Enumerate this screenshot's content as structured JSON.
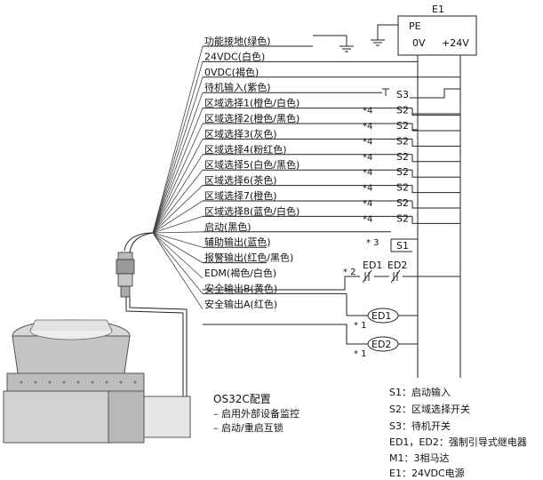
{
  "e1": {
    "title": "E1",
    "pe": "PE",
    "zero_v": "0V",
    "plus24": "+24V"
  },
  "wires": [
    "功能接地(绿色)",
    "24VDC(白色)",
    "0VDC(褐色)",
    "待机输入(紫色)",
    "区域选择1(橙色/白色)",
    "区域选择2(橙色/黑色)",
    "区域选择3(灰色)",
    "区域选择4(粉红色)",
    "区域选择5(白色/黑色)",
    "区域选择6(茶色)",
    "区域选择7(橙色)",
    "区域选择8(蓝色/白色)",
    "启动(黑色)",
    "辅助输出(蓝色)",
    "报警输出(红色/黑色)",
    "EDM(褐色/白色)",
    "安全输出B(黄色)",
    "安全输出A(红色)"
  ],
  "switches": {
    "s3": "S3",
    "s2_rows": [
      "S2",
      "S2",
      "S2",
      "S2",
      "S2",
      "S2",
      "S2",
      "S2"
    ],
    "s1": "S1",
    "notes_zone": [
      "*4",
      "*4",
      "*4",
      "*4",
      "*4",
      "*4",
      "*4",
      "*4"
    ],
    "note_start": "* 3",
    "note_edm": "* 2",
    "note_ed1": "* 1",
    "note_ed2": "* 1"
  },
  "relays": {
    "ed1": "ED1",
    "ed2": "ED2",
    "contact_ed1": "ED1",
    "contact_ed2": "ED2"
  },
  "config": {
    "title": "OS32C配置",
    "items": [
      "– 启用外部设备监控",
      "– 启动/重启互锁"
    ]
  },
  "legend": [
    "S1：启动输入",
    "S2：区域选择开关",
    "S3：待机开关",
    "ED1，ED2：强制引导式继电器",
    "M1：3相马达",
    "E1：24VDC电源"
  ]
}
